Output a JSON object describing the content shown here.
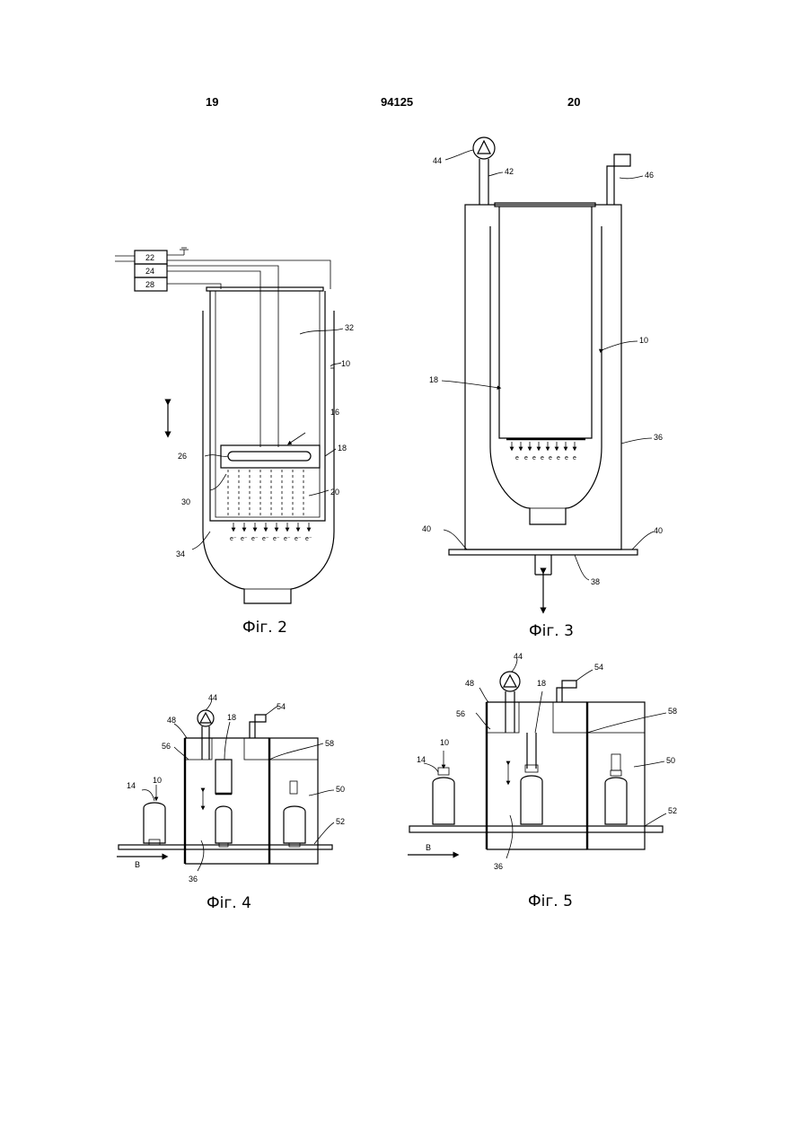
{
  "header": {
    "left_page": "19",
    "patent_number": "94125",
    "right_page": "20"
  },
  "fig2": {
    "caption": "Фіг. 2",
    "labels": {
      "l22": "22",
      "l24": "24",
      "l28": "28",
      "l32": "32",
      "l10": "10",
      "l16": "16",
      "l18": "18",
      "l26": "26",
      "l30": "30",
      "l20": "20",
      "l34": "34"
    },
    "electron": "e⁻"
  },
  "fig3": {
    "caption": "Фіг. 3",
    "labels": {
      "l44": "44",
      "l42": "42",
      "l46": "46",
      "l10": "10",
      "l18": "18",
      "l36": "36",
      "l40a": "40",
      "l40b": "40",
      "l38": "38"
    },
    "electron": "e"
  },
  "fig4": {
    "caption": "Фіг. 4",
    "labels": {
      "l44": "44",
      "l48": "48",
      "l18": "18",
      "l54": "54",
      "l56": "56",
      "l58": "58",
      "l14": "14",
      "l10": "10",
      "l50": "50",
      "l52": "52",
      "lB": "B",
      "l36": "36"
    }
  },
  "fig5": {
    "caption": "Фіг. 5",
    "labels": {
      "l44": "44",
      "l54": "54",
      "l48": "48",
      "l18": "18",
      "l56": "56",
      "l58": "58",
      "l10": "10",
      "l14": "14",
      "l50": "50",
      "l52": "52",
      "lB": "B",
      "l36": "36"
    }
  }
}
